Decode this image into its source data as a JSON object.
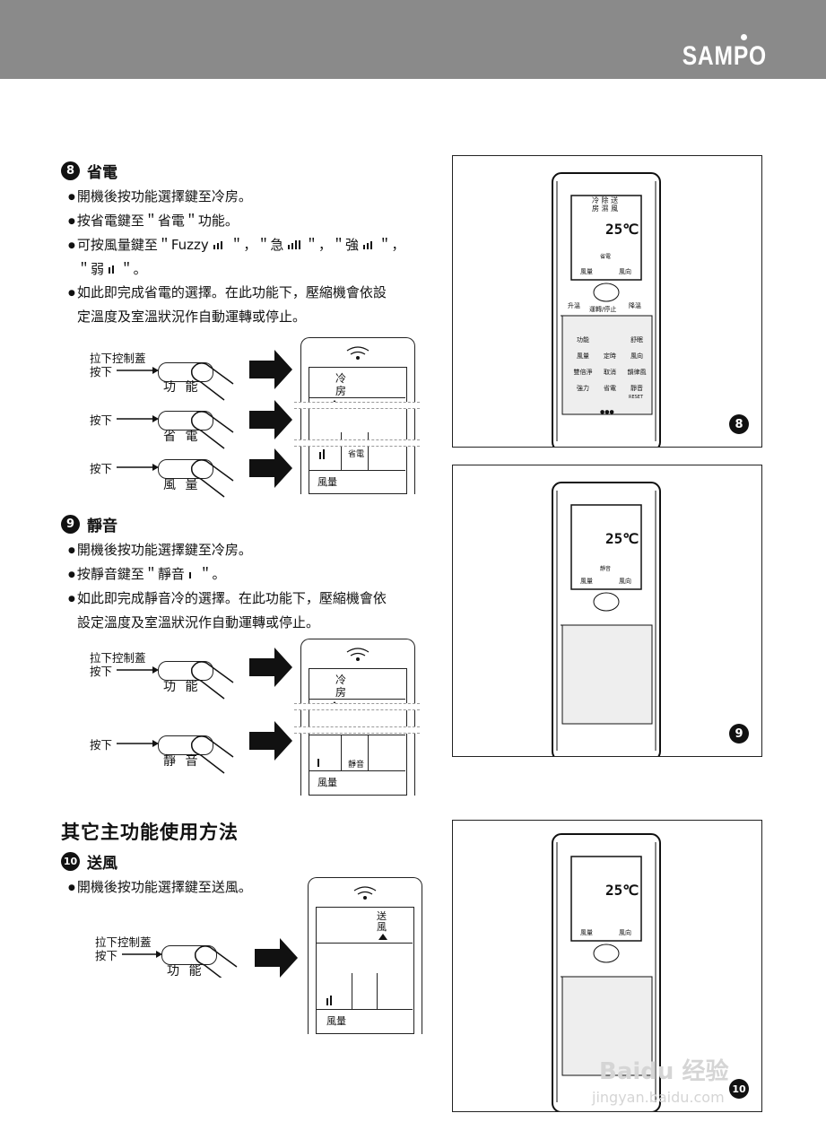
{
  "brand": "SAMPO",
  "sections": {
    "s8": {
      "num": "8",
      "title": "省電",
      "lines": [
        "開機後按功能選擇鍵至冷房。",
        "按省電鍵至＂省電＂功能。",
        "可按風量鍵至＂Fuzzy",
        "＂弱",
        "如此即完成省電的選擇。在此功能下，壓縮機會依設",
        "定溫度及室溫狀況作自動運轉或停止。"
      ],
      "fan_speeds": [
        "＂，＂急",
        "＂，＂強",
        "＂，"
      ],
      "steps": [
        {
          "label_top": "拉下控制蓋",
          "label": "按下",
          "button": "功 能"
        },
        {
          "label": "按下",
          "button": "省 電"
        },
        {
          "label": "按下",
          "button": "風 量"
        }
      ],
      "lcd": {
        "mode_1": "冷",
        "mode_2": "房",
        "tag": "省電",
        "fan_label": "風量"
      }
    },
    "s9": {
      "num": "9",
      "title": "靜音",
      "lines": [
        "開機後按功能選擇鍵至冷房。",
        "按靜音鍵至＂靜音",
        "＂。",
        "如此即完成靜音冷的選擇。在此功能下，壓縮機會依",
        "設定溫度及室溫狀況作自動運轉或停止。"
      ],
      "steps": [
        {
          "label_top": "拉下控制蓋",
          "label": "按下",
          "button": "功 能"
        },
        {
          "label": "按下",
          "button": "靜 音"
        }
      ],
      "lcd": {
        "mode_1": "冷",
        "mode_2": "房",
        "tag": "靜音",
        "fan_label": "風量"
      }
    },
    "other": {
      "title": "其它主功能使用方法"
    },
    "s10": {
      "num": "10",
      "title": "送風",
      "lines": [
        "開機後按功能選擇鍵至送風。"
      ],
      "steps": [
        {
          "label_top": "拉下控制蓋",
          "label": "按下",
          "button": "功 能"
        }
      ],
      "lcd": {
        "mode_1": "送",
        "mode_2": "風",
        "fan_label": "風量"
      }
    }
  },
  "remote": {
    "modes": [
      "冷 除 送",
      "房 濕 風"
    ],
    "temp": "25℃",
    "save_tag": "省電",
    "quiet_tag": "靜音",
    "fan": "風量",
    "dir": "風向",
    "up": "升溫",
    "power": "運轉/停止",
    "down": "降溫",
    "keys": [
      [
        "功能",
        "",
        "舒眠"
      ],
      [
        "風量",
        "定時",
        "風向"
      ],
      [
        "雙倍淨",
        "取消",
        "韻律風"
      ],
      [
        "強力",
        "省電",
        "靜音"
      ]
    ],
    "reset": "RESET",
    "dots": "●●●"
  },
  "badges": [
    "8",
    "9",
    "10"
  ],
  "watermark": {
    "line1": "Baidu 经验",
    "line2": "jingyan.baidu.com"
  }
}
